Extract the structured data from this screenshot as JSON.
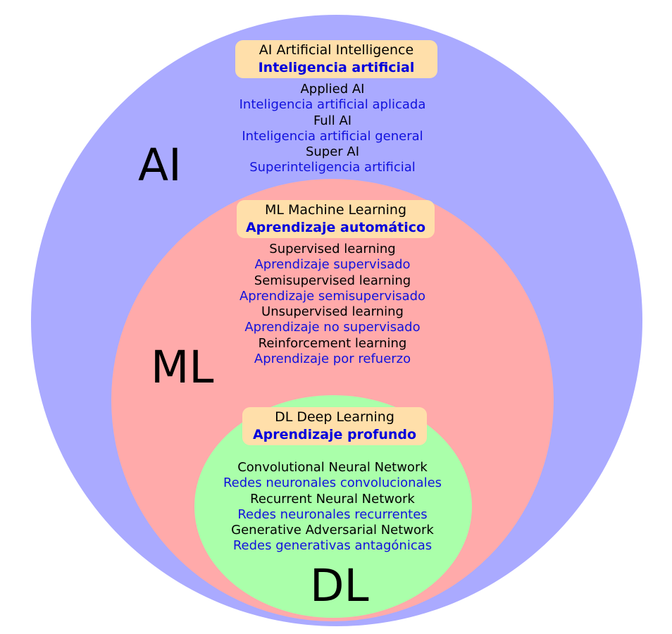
{
  "ai": {
    "label": "AI",
    "title_en": "AI Artificial Intelligence",
    "title_es": "Inteligencia artificial",
    "items": [
      {
        "en": "Applied AI",
        "es": "Inteligencia artificial aplicada"
      },
      {
        "en": "Full AI",
        "es": "Inteligencia artificial general"
      },
      {
        "en": "Super AI",
        "es": "Superinteligencia artificial"
      }
    ]
  },
  "ml": {
    "label": "ML",
    "title_en": "ML Machine Learning",
    "title_es": "Aprendizaje automático",
    "items": [
      {
        "en": "Supervised learning",
        "es": "Aprendizaje supervisado"
      },
      {
        "en": "Semisupervised learning",
        "es": "Aprendizaje semisupervisado"
      },
      {
        "en": "Unsupervised learning",
        "es": "Aprendizaje no supervisado"
      },
      {
        "en": "Reinforcement learning",
        "es": "Aprendizaje por refuerzo"
      }
    ]
  },
  "dl": {
    "label": "DL",
    "title_en": "DL Deep Learning",
    "title_es": "Aprendizaje profundo",
    "items": [
      {
        "en": "Convolutional Neural Network",
        "es": "Redes neuronales convolucionales"
      },
      {
        "en": "Recurrent Neural Network",
        "es": "Redes neuronales recurrentes"
      },
      {
        "en": "Generative Adversarial Network",
        "es": "Redes generativas antagónicas"
      }
    ]
  },
  "colors": {
    "ai_circle": "#aaaaff",
    "ml_circle": "#ffaaaa",
    "dl_circle": "#aaffaa",
    "title_box": "#ffdfaa",
    "spanish_text": "#1111dd"
  }
}
